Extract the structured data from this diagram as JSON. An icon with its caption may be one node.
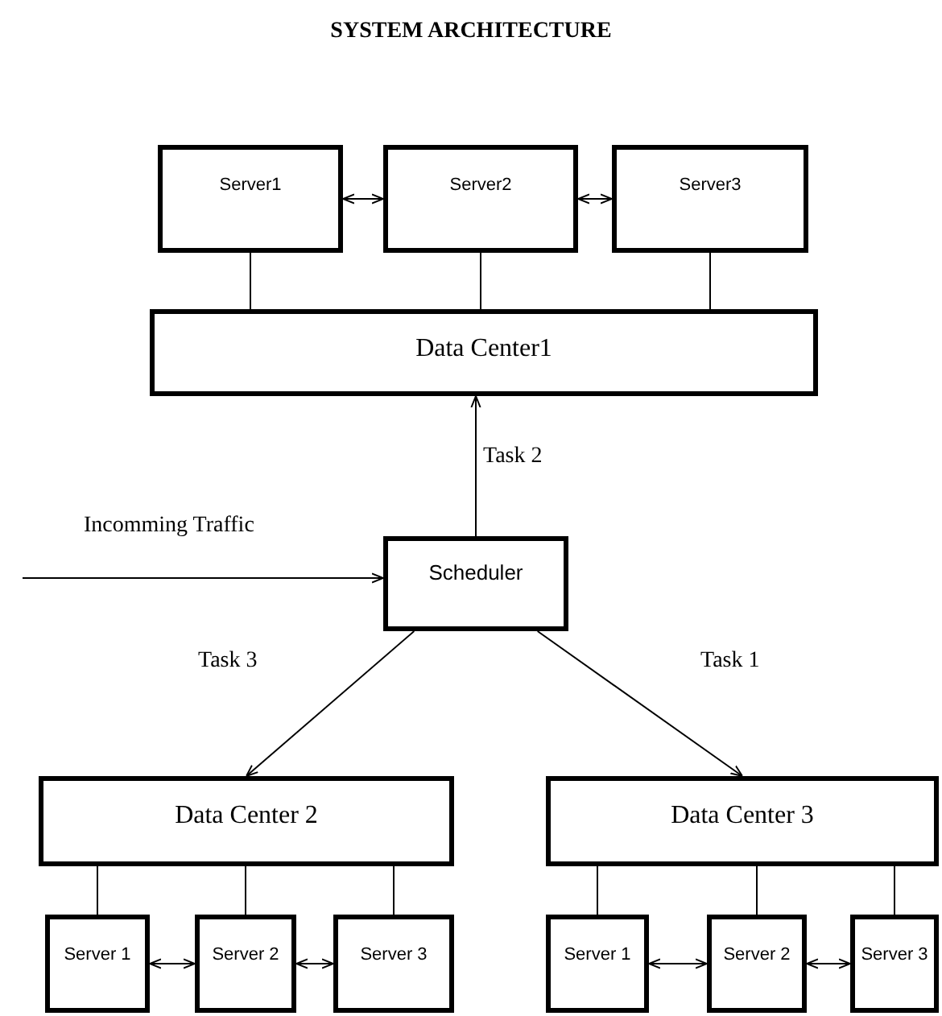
{
  "diagram": {
    "title": "SYSTEM ARCHITECTURE",
    "nodes": [
      {
        "text": [
          "Server1"
        ]
      },
      {
        "text": [
          "Server2"
        ]
      },
      {
        "text": [
          "Server3"
        ]
      },
      {
        "text": [
          "Data Center1"
        ]
      },
      {
        "text": [
          "Scheduler"
        ]
      },
      {
        "text": [
          "Data Center 2"
        ]
      },
      {
        "text": [
          "Data Center 3"
        ]
      },
      {
        "text": [
          "Server 1"
        ]
      },
      {
        "text": [
          "Server 2"
        ]
      },
      {
        "text": [
          "Server 3"
        ]
      },
      {
        "text": [
          "Server 1"
        ]
      },
      {
        "text": [
          "Server 2"
        ]
      },
      {
        "text": [
          "Server 3"
        ]
      }
    ],
    "edges": [
      {
        "from": 0,
        "to": 1,
        "arrow": "both"
      },
      {
        "from": 1,
        "to": 2,
        "arrow": "both"
      },
      {
        "from": 0,
        "to": 3,
        "arrow": "none"
      },
      {
        "from": 1,
        "to": 3,
        "arrow": "none"
      },
      {
        "from": 2,
        "to": 3,
        "arrow": "none"
      },
      {
        "from": 4,
        "to": 3,
        "arrow": "to",
        "label": "Task 2"
      },
      {
        "from": null,
        "to": 4,
        "arrow": "to",
        "label": "Incomming Traffic"
      },
      {
        "from": 4,
        "to": 5,
        "arrow": "to",
        "label": "Task 3"
      },
      {
        "from": 4,
        "to": 6,
        "arrow": "to",
        "label": "Task 1"
      },
      {
        "from": 5,
        "to": 7,
        "arrow": "none"
      },
      {
        "from": 5,
        "to": 8,
        "arrow": "none"
      },
      {
        "from": 5,
        "to": 9,
        "arrow": "none"
      },
      {
        "from": 7,
        "to": 8,
        "arrow": "both"
      },
      {
        "from": 8,
        "to": 9,
        "arrow": "both"
      },
      {
        "from": 6,
        "to": 10,
        "arrow": "none"
      },
      {
        "from": 6,
        "to": 11,
        "arrow": "none"
      },
      {
        "from": 6,
        "to": 12,
        "arrow": "none"
      },
      {
        "from": 10,
        "to": 11,
        "arrow": "both"
      },
      {
        "from": 11,
        "to": 12,
        "arrow": "both"
      }
    ]
  }
}
